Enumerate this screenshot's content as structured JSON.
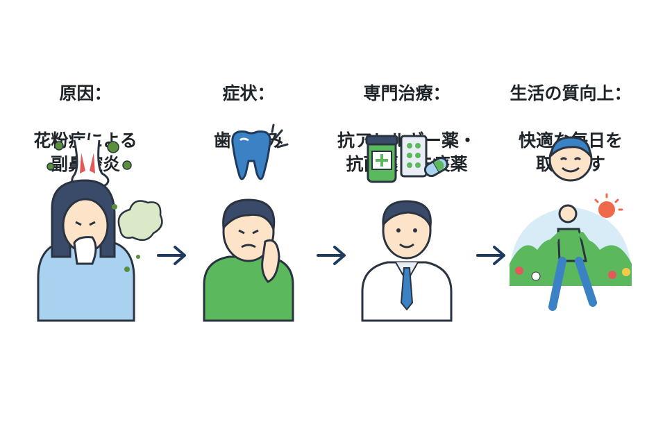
{
  "steps": [
    {
      "title": "原因：",
      "body": "花粉症による\n副鼻腔炎",
      "icon": "nose-pollen-icon",
      "illustration": "sneezing-woman"
    },
    {
      "title": "症状：",
      "body": "歯の痛み",
      "icon": "aching-tooth-icon",
      "illustration": "man-with-toothache"
    },
    {
      "title": "専門治療：",
      "body": "抗アレルギー薬・\n抗菌薬・去痰薬",
      "icon": "medicine-icon",
      "illustration": "doctor"
    },
    {
      "title": "生活の質向上：",
      "body": "快適な毎日を\n取り戻す",
      "icon": "smiling-face-icon",
      "illustration": "woman-walking-outdoors"
    }
  ],
  "arrow_icon": "arrow-right-icon",
  "colors": {
    "navy": "#1f3a5f",
    "green": "#5cb85c",
    "blue": "#3b82c4",
    "light_blue": "#a9d1f0",
    "skin": "#fde3c8",
    "outline": "#2a3340",
    "pollen": "#5a8f3c"
  }
}
